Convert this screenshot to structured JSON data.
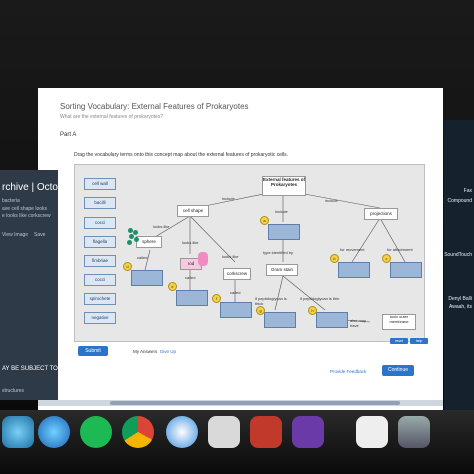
{
  "page": {
    "title": "Sorting Vocabulary: External Features of Prokaryotes",
    "subtitle": "What are the external features of prokaryotes?",
    "part": "Part A",
    "instruction": "Drag the vocabulary terms onto this concept map about the external features of prokaryotic cells."
  },
  "left_pane": {
    "heading": "rchive | Octo",
    "line1": "bacteria",
    "line2": "ave cell shape looks",
    "line3": "e looks like corkscrew",
    "view_image": "View Image",
    "save": "Save",
    "warning": "AY BE SUBJECT TO",
    "bottom": "structures"
  },
  "right_pane": {
    "t1": "Fax",
    "t2": "Compound",
    "t3": "SoundTouch",
    "t4": "Denyl Balli",
    "t5": "Awaah, its"
  },
  "terms": [
    "cell wall",
    "bacilli",
    "cocci",
    "flagella",
    "fimbriae",
    "cocci",
    "spirochete",
    "negative"
  ],
  "map": {
    "root": "External features of Prokaryotes",
    "include_left": "include",
    "include_mid": "include",
    "include_right": "include",
    "cell_shape": "cell shape",
    "projections": "projections",
    "looks_like_1": "looks like",
    "looks_like_2": "looks like",
    "looks_like_3": "looks like",
    "sphere": "sphere",
    "rod": "rod",
    "corkscrew": "corkscrew",
    "called_1": "called",
    "called_2": "called",
    "called_3": "called",
    "type_identified": "type identified by",
    "gram_stain": "Gram stain",
    "for_movement": "for movement",
    "for_attachment": "for attachment",
    "if_thick": "if peptidoglycan is thick",
    "if_thin": "if peptidoglycan is thin",
    "also_may_have": "also may have",
    "toxic_outer": "toxic outer membrane",
    "letters": [
      "a",
      "b",
      "c",
      "d",
      "e",
      "f",
      "g",
      "h"
    ]
  },
  "buttons": {
    "submit": "Submit",
    "my_answers": "My Answers",
    "give_up": "Give Up",
    "provide_feedback": "Provide Feedback",
    "continue": "Continue",
    "reset": "reset",
    "help": "help"
  },
  "colors": {
    "accent": "#2c74c8",
    "drop_target": "#9bb6d6",
    "term_bg": "#dde7f3"
  }
}
